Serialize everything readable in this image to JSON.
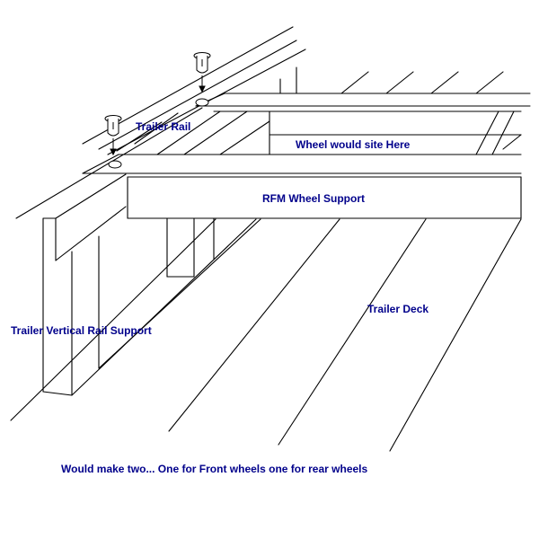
{
  "colors": {
    "label": "#00008b",
    "line": "#000000",
    "background": "#ffffff"
  },
  "labels": {
    "trailer_rail": "Trailer Rail",
    "wheel_site": "Wheel would site Here",
    "rfm_wheel_support": "RFM Wheel Support",
    "trailer_deck": "Trailer Deck",
    "vertical_rail_support": "Trailer Vertical Rail Support",
    "note": "Would make two... One for Front wheels one for rear wheels"
  },
  "icons": [
    "pin-icon",
    "pin-icon",
    "hole-icon",
    "hole-icon",
    "arrow-down-icon"
  ]
}
